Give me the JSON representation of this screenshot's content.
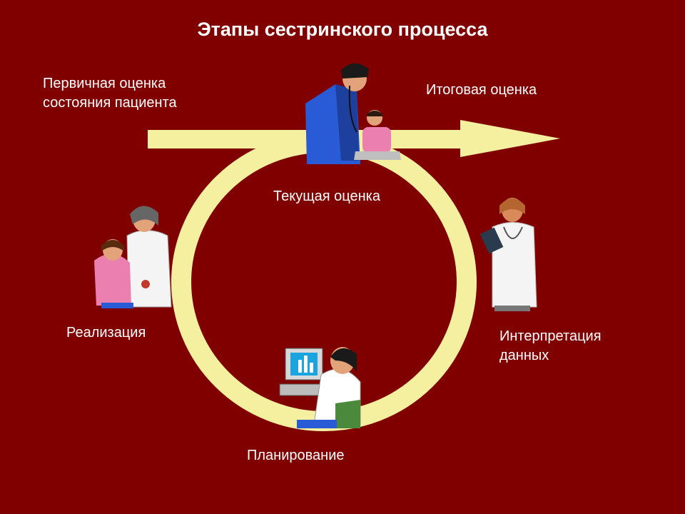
{
  "slide": {
    "title": "Этапы сестринского процесса",
    "colors": {
      "background": "#800000",
      "cycle": "#f5f0a0",
      "text": "#ffffff"
    }
  },
  "stages": {
    "initial": "Первичная оценка\nсостояния пациента",
    "final": "Итоговая оценка",
    "current": "Текущая оценка",
    "interpretation": "Интерпретация\nданных",
    "planning": "Планирование",
    "implementation": "Реализация"
  },
  "illustrations": {
    "top": "doctor-examining-child-icon",
    "right": "doctor-with-clipboard-icon",
    "bottom": "nurse-at-computer-icon",
    "left": "nurse-with-child-icon"
  }
}
